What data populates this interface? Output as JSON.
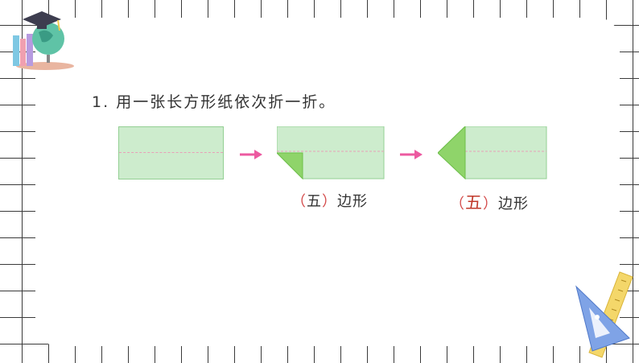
{
  "question": {
    "number": "1.",
    "text": "用一张长方形纸依次折一折。"
  },
  "answers": [
    {
      "open": "（",
      "value": "五",
      "close": "）",
      "suffix": "边形"
    },
    {
      "open": "（",
      "value": "五",
      "close": "）",
      "suffix": "边形"
    }
  ],
  "colors": {
    "paper_fill": "#cdeccd",
    "paper_border": "#93cf93",
    "fold_flap": "#8fd46a",
    "arrow": "#ec5aa0",
    "answer_red": "#c0392b",
    "grid_line": "#3a3a3a"
  },
  "icons": [
    "graduation-globe-icon",
    "ruler-triangle-icon"
  ]
}
